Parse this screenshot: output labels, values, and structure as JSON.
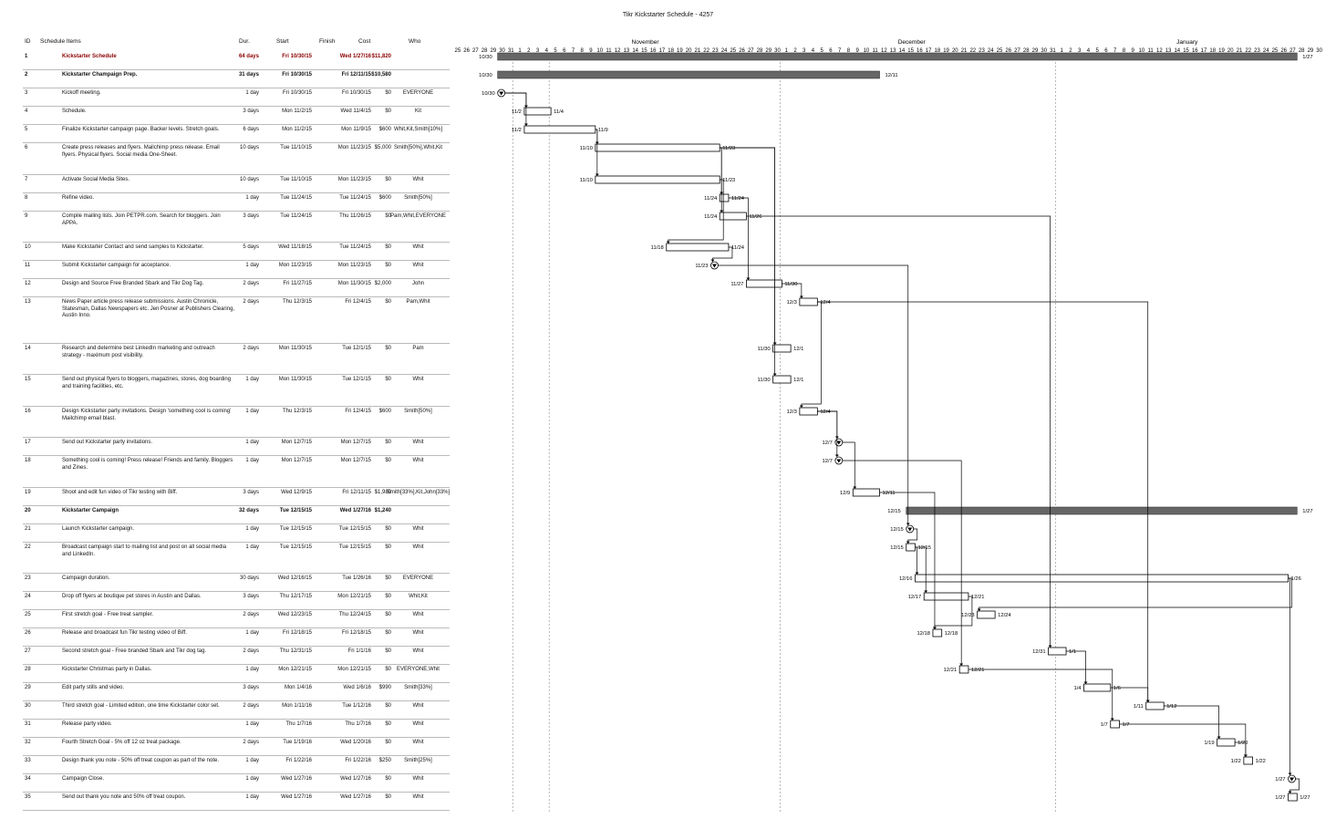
{
  "title": "Tikr Kickstarter Schedule - 4257",
  "headers": {
    "id": "ID",
    "name": "Schedule Items",
    "dur": "Dur.",
    "start": "Start",
    "finish": "Finish",
    "cost": "Cost",
    "who": "Who"
  },
  "months": [
    "November",
    "December",
    "January"
  ],
  "tasks": [
    {
      "id": "1",
      "name": "Kickstarter Schedule",
      "dur": "64 days",
      "start": "Fri 10/30/15",
      "finish": "Wed 1/27/16",
      "cost": "$11,820",
      "who": "",
      "type": "summary",
      "s": "10/30",
      "f": "1/27"
    },
    {
      "id": "2",
      "name": "Kickstarter Champaign Prep.",
      "dur": "31 days",
      "start": "Fri 10/30/15",
      "finish": "Fri 12/11/15",
      "cost": "$10,580",
      "who": "",
      "type": "summary",
      "s": "10/30",
      "f": "12/11"
    },
    {
      "id": "3",
      "name": "Kickoff meeting.",
      "dur": "1 day",
      "start": "Fri 10/30/15",
      "finish": "Fri 10/30/15",
      "cost": "$0",
      "who": "EVERYONE",
      "type": "milestone",
      "s": "10/30",
      "f": ""
    },
    {
      "id": "4",
      "name": "Schedule.",
      "dur": "3 days",
      "start": "Mon 11/2/15",
      "finish": "Wed 11/4/15",
      "cost": "$0",
      "who": "Kit",
      "type": "task",
      "s": "11/2",
      "f": "11/4"
    },
    {
      "id": "5",
      "name": "Finalize Kickstarter campaign page. Backer levels. Stretch goals.",
      "dur": "6 days",
      "start": "Mon 11/2/15",
      "finish": "Mon 11/9/15",
      "cost": "$600",
      "who": "Whit,Kit,Smith[10%]",
      "type": "task",
      "s": "11/2",
      "f": "11/9"
    },
    {
      "id": "6",
      "name": "Create press releases and flyers. Mailchimp press release. Email flyers. Physical flyers. Social media One-Sheet.",
      "dur": "10 days",
      "start": "Tue 11/10/15",
      "finish": "Mon 11/23/15",
      "cost": "$5,000",
      "who": "Smith[50%],Whit,Kit",
      "type": "task",
      "s": "11/10",
      "f": "11/23"
    },
    {
      "id": "7",
      "name": "Activate Social Media Sites.",
      "dur": "10 days",
      "start": "Tue 11/10/15",
      "finish": "Mon 11/23/15",
      "cost": "$0",
      "who": "Whit",
      "type": "task",
      "s": "11/10",
      "f": "11/23"
    },
    {
      "id": "8",
      "name": "Refine video.",
      "dur": "1 day",
      "start": "Tue 11/24/15",
      "finish": "Tue 11/24/15",
      "cost": "$600",
      "who": "Smith[50%]",
      "type": "task",
      "s": "11/24",
      "f": "11/24"
    },
    {
      "id": "9",
      "name": "Compile mailing lists. Join PETPR.com. Search for bloggers. Join APPA.",
      "dur": "3 days",
      "start": "Tue 11/24/15",
      "finish": "Thu 11/26/15",
      "cost": "$0",
      "who": "Pam,Whit,EVERYONE",
      "type": "task",
      "s": "11/24",
      "f": "11/26"
    },
    {
      "id": "10",
      "name": "Make Kickstarter Contact and send samples to Kickstarter.",
      "dur": "5 days",
      "start": "Wed 11/18/15",
      "finish": "Tue 11/24/15",
      "cost": "$0",
      "who": "Whit",
      "type": "task",
      "s": "11/18",
      "f": "11/24"
    },
    {
      "id": "11",
      "name": "Submit Kickstarter campaign for acceptance.",
      "dur": "1 day",
      "start": "Mon 11/23/15",
      "finish": "Mon 11/23/15",
      "cost": "$0",
      "who": "Whit",
      "type": "milestone",
      "s": "11/23",
      "f": ""
    },
    {
      "id": "12",
      "name": "Design and Source Free Branded Sbark and Tikr Dog Tag.",
      "dur": "2 days",
      "start": "Fri 11/27/15",
      "finish": "Mon 11/30/15",
      "cost": "$2,000",
      "who": "John",
      "type": "task",
      "s": "11/27",
      "f": "11/30"
    },
    {
      "id": "13",
      "name": "News Paper article press release submissions. Austin Chronicle, Statesman, Dallas Newspapers etc. Jen Posner at Publishers Clearing, Austin Inno.",
      "dur": "2 days",
      "start": "Thu 12/3/15",
      "finish": "Fri 12/4/15",
      "cost": "$0",
      "who": "Pam,Whit",
      "type": "task",
      "s": "12/3",
      "f": "12/4"
    },
    {
      "id": "14",
      "name": "Research and determine best LinkedIn marketing and outreach strategy - maximum post visibility.",
      "dur": "2 days",
      "start": "Mon 11/30/15",
      "finish": "Tue 12/1/15",
      "cost": "$0",
      "who": "Pam",
      "type": "task",
      "s": "11/30",
      "f": "12/1"
    },
    {
      "id": "15",
      "name": "Send out physical flyers to bloggers, magazines, stores, dog boarding and training facilities, etc.",
      "dur": "1 day",
      "start": "Mon 11/30/15",
      "finish": "Tue 12/1/15",
      "cost": "$0",
      "who": "Whit",
      "type": "task",
      "s": "11/30",
      "f": "12/1"
    },
    {
      "id": "16",
      "name": "Design Kickstarter party invitations. Design 'something cool is coming' Mailchimp email blast.",
      "dur": "1 day",
      "start": "Thu 12/3/15",
      "finish": "Fri 12/4/15",
      "cost": "$600",
      "who": "Smith[50%]",
      "type": "task",
      "s": "12/3",
      "f": "12/4"
    },
    {
      "id": "17",
      "name": "Send out Kickstarter party invitations.",
      "dur": "1 day",
      "start": "Mon 12/7/15",
      "finish": "Mon 12/7/15",
      "cost": "$0",
      "who": "Whit",
      "type": "milestone",
      "s": "12/7",
      "f": ""
    },
    {
      "id": "18",
      "name": "Something cool is coming! Press release! Friends and family. Bloggers and Zines.",
      "dur": "1 day",
      "start": "Mon 12/7/15",
      "finish": "Mon 12/7/15",
      "cost": "$0",
      "who": "Whit",
      "type": "milestone",
      "s": "12/7",
      "f": ""
    },
    {
      "id": "19",
      "name": "Shoot and edit fun video of Tikr testing with Biff.",
      "dur": "3 days",
      "start": "Wed 12/9/15",
      "finish": "Fri 12/11/15",
      "cost": "$1,980",
      "who": "Smith[33%],Kit,John[33%]",
      "type": "task",
      "s": "12/9",
      "f": "12/11"
    },
    {
      "id": "20",
      "name": "Kickstarter Campaign",
      "dur": "32 days",
      "start": "Tue 12/15/15",
      "finish": "Wed 1/27/16",
      "cost": "$1,240",
      "who": "",
      "type": "summary",
      "s": "12/15",
      "f": "1/27"
    },
    {
      "id": "21",
      "name": "Launch Kickstarter campaign.",
      "dur": "1 day",
      "start": "Tue 12/15/15",
      "finish": "Tue 12/15/15",
      "cost": "$0",
      "who": "Whit",
      "type": "milestone",
      "s": "12/15",
      "f": ""
    },
    {
      "id": "22",
      "name": "Broadcast campaign start to mailing list and post on all social media and LinkedIn.",
      "dur": "1 day",
      "start": "Tue 12/15/15",
      "finish": "Tue 12/15/15",
      "cost": "$0",
      "who": "Whit",
      "type": "task",
      "s": "12/15",
      "f": "12/15"
    },
    {
      "id": "23",
      "name": "Campaign duration.",
      "dur": "30 days",
      "start": "Wed 12/16/15",
      "finish": "Tue 1/26/16",
      "cost": "$0",
      "who": "EVERYONE",
      "type": "task",
      "s": "12/16",
      "f": "1/26"
    },
    {
      "id": "24",
      "name": "Drop off flyers at boutique pet stores in Austin and Dallas.",
      "dur": "3 days",
      "start": "Thu 12/17/15",
      "finish": "Mon 12/21/15",
      "cost": "$0",
      "who": "Whit,Kit",
      "type": "task",
      "s": "12/17",
      "f": "12/21"
    },
    {
      "id": "25",
      "name": "First stretch goal - Free treat sampler.",
      "dur": "2 days",
      "start": "Wed 12/23/15",
      "finish": "Thu 12/24/15",
      "cost": "$0",
      "who": "Whit",
      "type": "task",
      "s": "12/23",
      "f": "12/24"
    },
    {
      "id": "26",
      "name": "Release and broadcast fun Tikr testing video of Biff.",
      "dur": "1 day",
      "start": "Fri 12/18/15",
      "finish": "Fri 12/18/15",
      "cost": "$0",
      "who": "Whit",
      "type": "task",
      "s": "12/18",
      "f": "12/18"
    },
    {
      "id": "27",
      "name": "Second stretch goal - Free branded Sbark and Tikr dog tag.",
      "dur": "2 days",
      "start": "Thu 12/31/15",
      "finish": "Fri 1/1/16",
      "cost": "$0",
      "who": "Whit",
      "type": "task",
      "s": "12/31",
      "f": "1/1"
    },
    {
      "id": "28",
      "name": "Kickstarter Christmas party in Dallas.",
      "dur": "1 day",
      "start": "Mon 12/21/15",
      "finish": "Mon 12/21/15",
      "cost": "$0",
      "who": "EVERYONE,Whit",
      "type": "task",
      "s": "12/21",
      "f": "12/21"
    },
    {
      "id": "29",
      "name": "Edit party stills and video.",
      "dur": "3 days",
      "start": "Mon 1/4/16",
      "finish": "Wed 1/6/16",
      "cost": "$990",
      "who": "Smith[33%]",
      "type": "task",
      "s": "1/4",
      "f": "1/6"
    },
    {
      "id": "30",
      "name": "Third stretch goal - Limited edition, one time Kickstarter color set.",
      "dur": "2 days",
      "start": "Mon 1/11/16",
      "finish": "Tue 1/12/16",
      "cost": "$0",
      "who": "Whit",
      "type": "task",
      "s": "1/11",
      "f": "1/12"
    },
    {
      "id": "31",
      "name": "Release party video.",
      "dur": "1 day",
      "start": "Thu 1/7/16",
      "finish": "Thu 1/7/16",
      "cost": "$0",
      "who": "Whit",
      "type": "task",
      "s": "1/7",
      "f": "1/7"
    },
    {
      "id": "32",
      "name": "Fourth Stretch Goal - 5% off 12 oz treat package.",
      "dur": "2 days",
      "start": "Tue 1/19/16",
      "finish": "Wed 1/20/16",
      "cost": "$0",
      "who": "Whit",
      "type": "task",
      "s": "1/19",
      "f": "1/20"
    },
    {
      "id": "33",
      "name": "Design thank you note - 50% off treat coupon as part of the note.",
      "dur": "1 day",
      "start": "Fri 1/22/16",
      "finish": "Fri 1/22/16",
      "cost": "$250",
      "who": "Smith[25%]",
      "type": "task",
      "s": "1/22",
      "f": "1/22"
    },
    {
      "id": "34",
      "name": "Campaign Close.",
      "dur": "1 day",
      "start": "Wed 1/27/16",
      "finish": "Wed 1/27/16",
      "cost": "$0",
      "who": "Whit",
      "type": "milestone",
      "s": "1/27",
      "f": ""
    },
    {
      "id": "35",
      "name": "Send out thank you note and 50% off treat coupon.",
      "dur": "1 day",
      "start": "Wed 1/27/16",
      "finish": "Wed 1/27/16",
      "cost": "$0",
      "who": "Whit",
      "type": "task",
      "s": "1/27",
      "f": "1/27"
    }
  ]
}
